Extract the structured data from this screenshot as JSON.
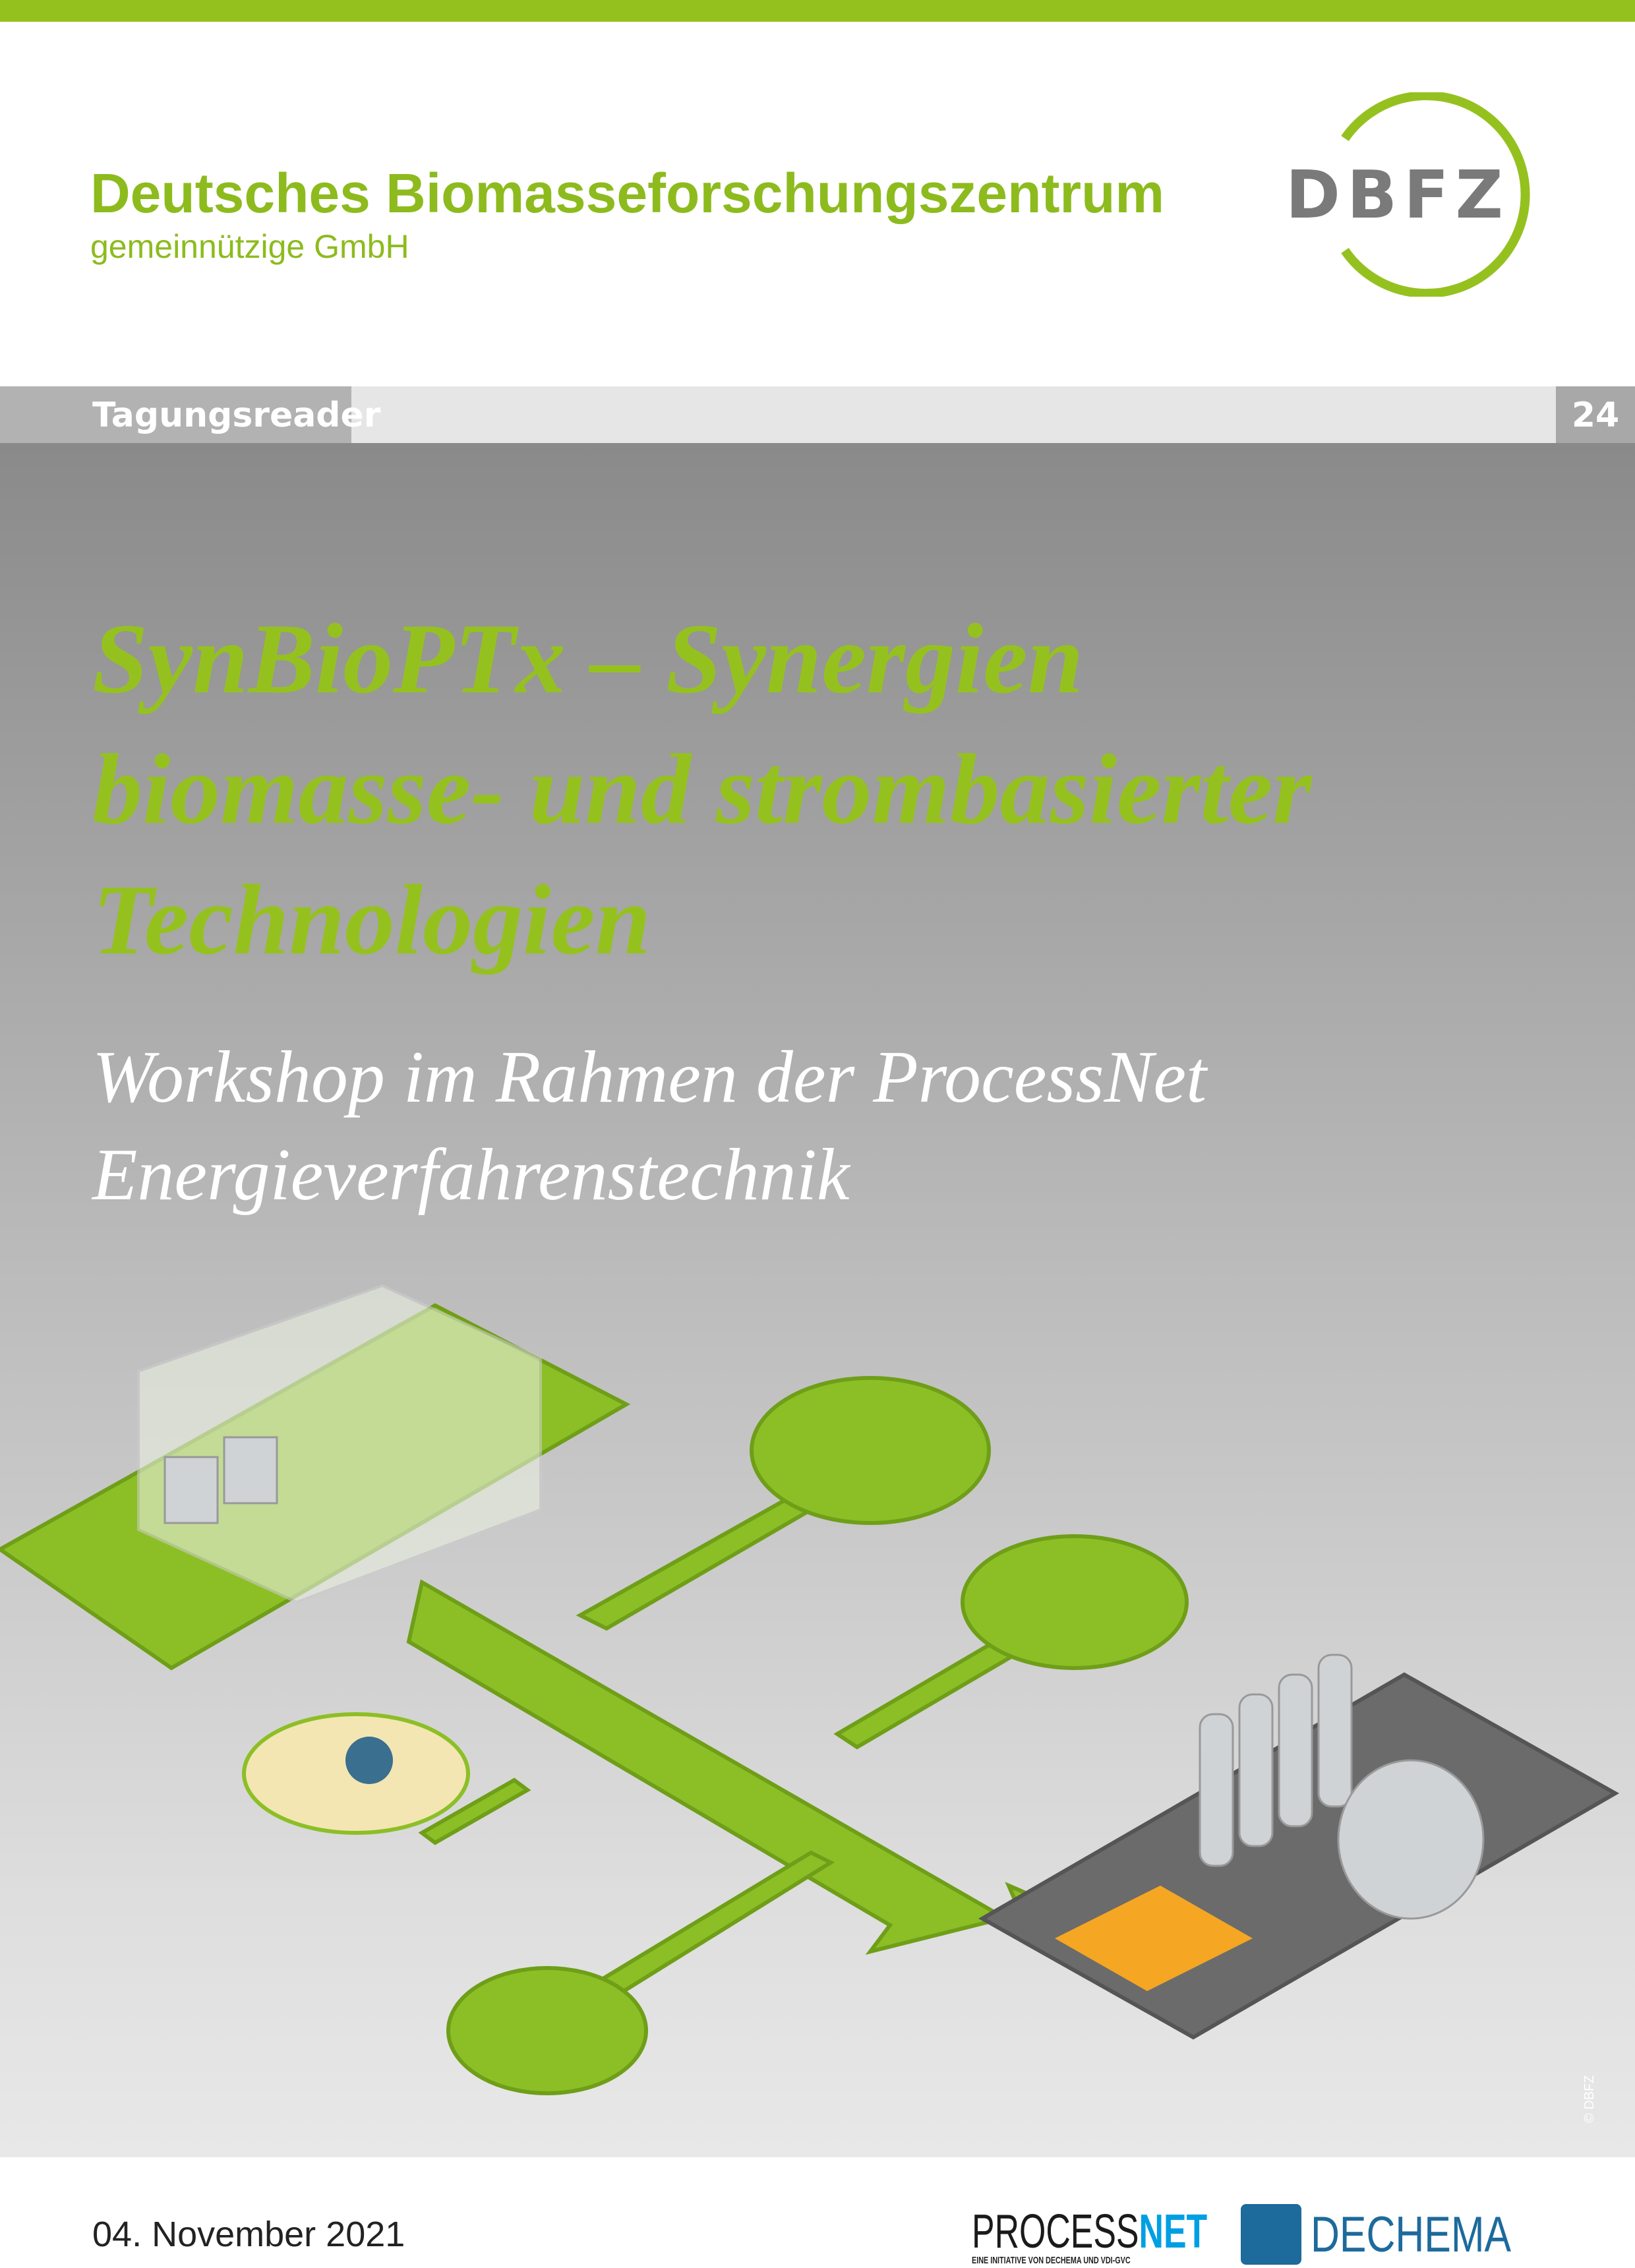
{
  "header": {
    "organization": "Deutsches Biomasseforschungszentrum",
    "organization_sub": "gemeinnützige GmbH",
    "logo_text": "DBFZ"
  },
  "band": {
    "label": "Tagungsreader",
    "number": "24"
  },
  "cover": {
    "title_lines": [
      "SynBioPTx – Synergien",
      "biomasse- und strombasierter",
      "Technologien"
    ],
    "subtitle_lines": [
      "Workshop im Rahmen der ProcessNet",
      "Energieverfahrenstechnik"
    ],
    "copyright": "© DBFZ"
  },
  "footer": {
    "date": "04. November 2021",
    "processnet_a": "PROCESS",
    "processnet_b": "NET",
    "processnet_tagline": "EINE INITIATIVE VON DECHEMA UND VDI-GVC",
    "dechema": "DECHEMA"
  },
  "colors": {
    "brand_green": "#95c11f",
    "gray": "#b2b2b2",
    "processnet_blue": "#009fe3",
    "dechema_blue": "#1d6a9c"
  }
}
